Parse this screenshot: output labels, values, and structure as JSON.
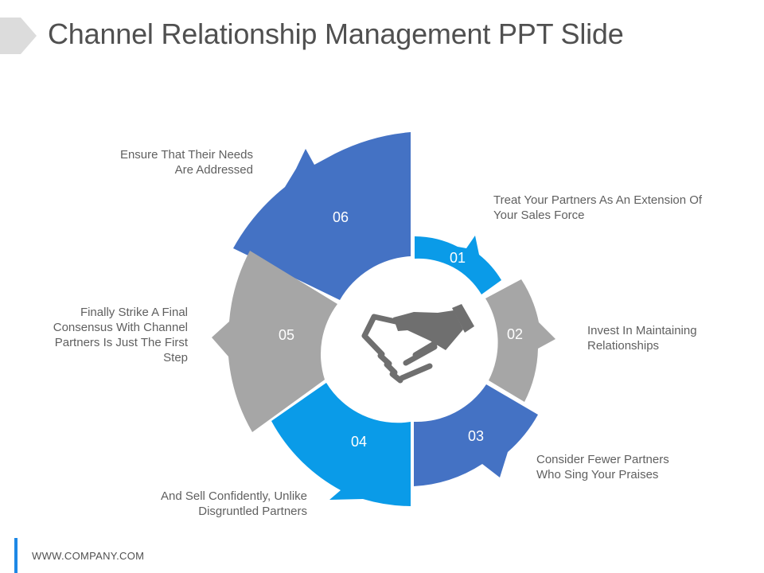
{
  "header": {
    "title": "Channel Relationship Management PPT Slide"
  },
  "colors": {
    "blue_dark": "#4472c4",
    "blue_light": "#0a9be8",
    "gray": "#a6a6a6",
    "icon_gray": "#6f6f6f"
  },
  "center": {
    "icon": "handshake-icon"
  },
  "segments": [
    {
      "number": "01",
      "text": "Treat Your Partners As An Extension Of Your Sales Force",
      "color": "blue_light"
    },
    {
      "number": "02",
      "text": "Invest In Maintaining Relationships",
      "color": "gray"
    },
    {
      "number": "03",
      "text": "Consider Fewer Partners Who Sing Your Praises",
      "color": "blue_dark"
    },
    {
      "number": "04",
      "text": "And Sell Confidently, Unlike Disgruntled Partners",
      "color": "blue_light"
    },
    {
      "number": "05",
      "text": "Finally Strike A Final Consensus With Channel Partners Is Just The First Step",
      "color": "gray"
    },
    {
      "number": "06",
      "text": "Ensure That Their Needs Are Addressed",
      "color": "blue_dark"
    }
  ],
  "footer": {
    "text": "WWW.COMPANY.COM"
  }
}
